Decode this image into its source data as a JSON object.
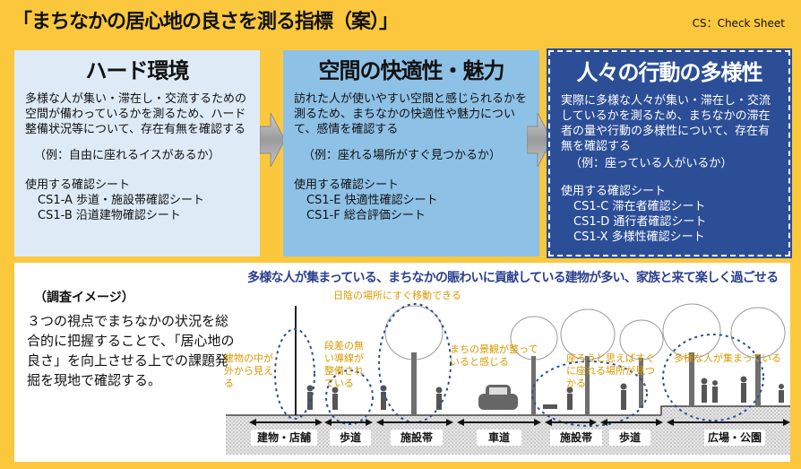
{
  "title": "「まちなかの居心地の良さを測る指標（案）」",
  "cs_label": "CS：Check Sheet",
  "panels": [
    {
      "heading": "ハード環境",
      "description": "多様な人が集い・滞在し・交流するための空間が備わっているかを測るため、ハード整備状況等について、存在有無を確認する",
      "example": "（例：自由に座れるイスがあるか）",
      "sheets_label": "使用する確認シート",
      "sheets": [
        "CS1-A  歩道・施設帯確認シート",
        "CS1-B  沿道建物確認シート"
      ]
    },
    {
      "heading": "空間の快適性・魅力",
      "description": "訪れた人が使いやすい空間と感じられるかを測るため、まちなかの快適性や魅力について、感情を確認する",
      "example": "（例：座れる場所がすぐ見つかるか）",
      "sheets_label": "使用する確認シート",
      "sheets": [
        "CS1-E  快適性確認シート",
        "CS1-F  総合評価シート"
      ]
    },
    {
      "heading": "人々の行動の多様性",
      "description": "実際に多様な人々が集い・滞在し・交流しているかを測るため、まちなかの滞在者の量や行動の多様性について、存在有無を確認する",
      "example": "（例：座っている人がいるか）",
      "sheets_label": "使用する確認シート",
      "sheets": [
        "CS1-C  滞在者確認シート",
        "CS1-D  通行者確認シート",
        "CS1-X  多様性確認シート"
      ]
    }
  ],
  "scene": {
    "heading": "多様な人が集まっている、まちなかの賑わいに貢献している建物が多い、家族と来て楽しく過ごせる",
    "survey_title": "（調査イメージ）",
    "survey_desc": "３つの視点でまちなかの状況を総合的に把握することで、「居心地の良さ」を向上させる上での課題発掘を現地で確認する。",
    "notes": [
      "日陰の場所にすぐ移動できる",
      "建物の中が外から見える",
      "段差の無い導線が整備されている",
      "まちの景観が整っていると感じる",
      "座ろうと思えばすぐに座れる場所が見つかる",
      "多様な人が集まっている"
    ],
    "zones": [
      "建物・店舗",
      "歩道",
      "施設帯",
      "車道",
      "施設帯",
      "歩道",
      "広場・公園"
    ]
  },
  "colors": {
    "background": "#fbc83d",
    "hard": "#deebf7",
    "space": "#8ec1e6",
    "people": "#2c4e97",
    "note": "#d99a00",
    "heading": "#2a3f8f"
  }
}
